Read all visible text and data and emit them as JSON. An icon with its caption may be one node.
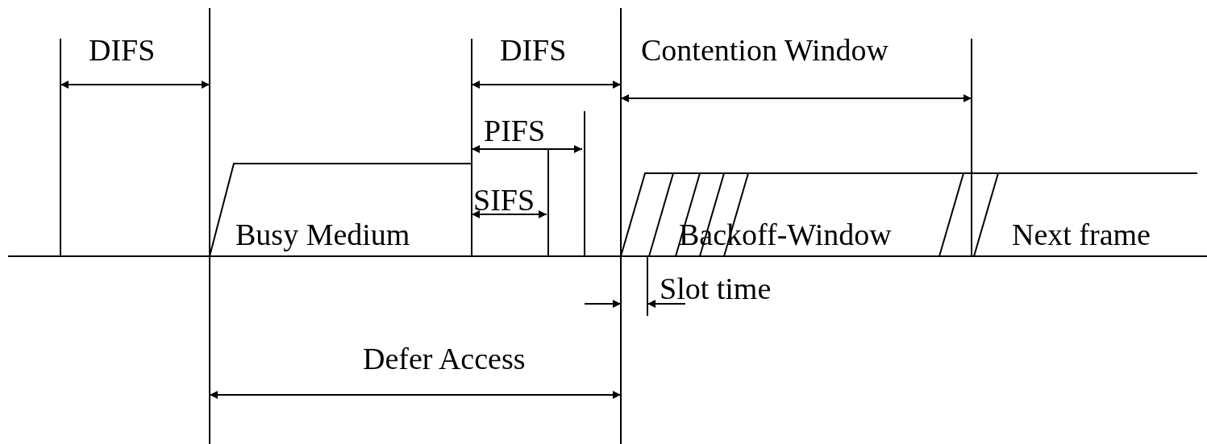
{
  "diagram": {
    "nodes": [
      {
        "text": [
          "Busy Medium"
        ]
      },
      {
        "text": [
          "Backoff-Window"
        ]
      },
      {
        "text": [
          "Next frame"
        ]
      }
    ],
    "labels": [
      "DIFS",
      "DIFS",
      "Contention Window",
      "PIFS",
      "SIFS",
      "Slot time",
      "Defer Access"
    ]
  }
}
